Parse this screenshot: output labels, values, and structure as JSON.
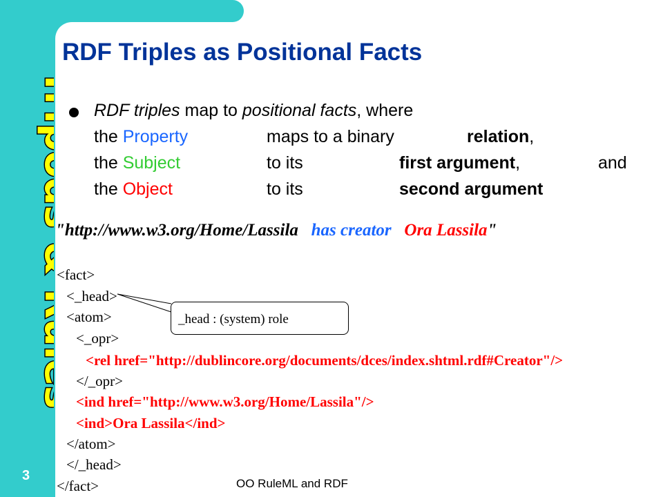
{
  "sidebar": {
    "brand_text": "Tripods & Rules",
    "slide_number": "3",
    "bg_color": "#33cccc",
    "brand_color": "#ffff00"
  },
  "slide": {
    "title": "RDF Triples as Positional Facts",
    "bullet": {
      "line1": {
        "t1": "RDF triples",
        "t2": " map to ",
        "t3": "positional facts",
        "t4": ", where"
      },
      "rows": [
        {
          "the": "the ",
          "term": "Property",
          "maps": "maps to a binary",
          "target": "relation",
          "tail": ","
        },
        {
          "the": "the ",
          "term": "Subject",
          "maps": "to its",
          "target": "first argument",
          "tail": ",",
          "extra": "and"
        },
        {
          "the": "the ",
          "term": "Object",
          "maps": "to its",
          "target": "second argument",
          "tail": ""
        }
      ]
    },
    "example": {
      "q1": "\"",
      "uri": "http://www.w3.org/Home/Lassila",
      "predicate": "has creator",
      "object": "Ora Lassila",
      "q2": "\""
    },
    "code": [
      "<fact>",
      "<_head>",
      "<atom>",
      "<_opr>",
      "<rel href=\"http://dublincore.org/documents/dces/index.shtml.rdf#Creator\"/>",
      "</_opr>",
      "<ind href=\"http://www.w3.org/Home/Lassila\"/>",
      "<ind>Ora Lassila</ind>",
      "</atom>",
      "</_head>",
      "</fact>"
    ],
    "callout": "_head :  (system) role",
    "footer": "OO RuleML and RDF"
  },
  "colors": {
    "title": "#003399",
    "property": "#1a66ff",
    "subject": "#33cc33",
    "object": "#ff0000"
  }
}
